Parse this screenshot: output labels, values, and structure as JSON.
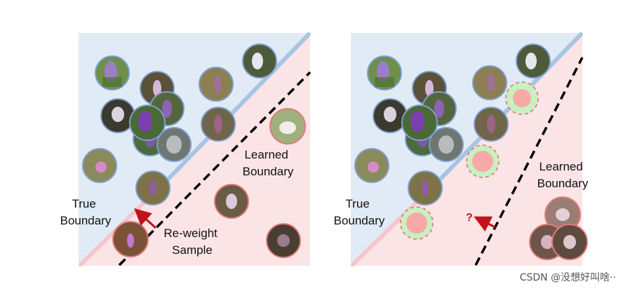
{
  "colors": {
    "upper_region": "#e1ebf5",
    "lower_region": "#fbe4e6",
    "true_boundary": "#a8c4e4",
    "true_boundary_pink": "#f4c7cc",
    "learned_boundary": "#000000",
    "blue_ring": "#7f9fcf",
    "red_ring": "#e07d7a",
    "arrow": "#c0131b",
    "ghost_fill": "#f7a9a8",
    "ghost_halo": "#c8f0c0"
  },
  "left_panel": {
    "true_boundary_label": [
      "True",
      "Boundary"
    ],
    "learned_boundary_label": [
      "Learned",
      "Boundary"
    ],
    "reweight_label": [
      "Re-weight",
      "Sample"
    ]
  },
  "right_panel": {
    "true_boundary_label": [
      "True",
      "Boundary"
    ],
    "learned_boundary_label": [
      "Learned",
      "Boundary"
    ],
    "question_mark": "?"
  },
  "watermark": "CSDN @没想好叫啥··",
  "icons": {
    "flower_photo": "flower-photo-icon",
    "removed_sample": "ghost-sample-icon",
    "arrow": "arrow-icon"
  }
}
